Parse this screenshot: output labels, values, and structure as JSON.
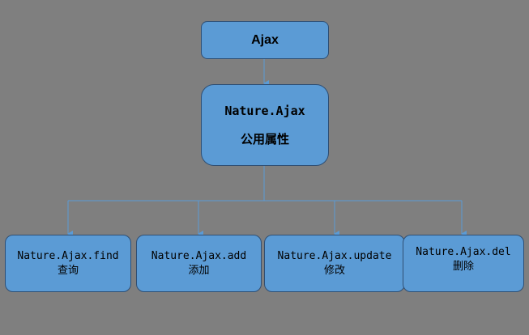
{
  "nodes": {
    "root": {
      "label": "Ajax"
    },
    "core": {
      "line1": "Nature.Ajax",
      "line2": "公用属性"
    },
    "find": {
      "line1": "Nature.Ajax.find",
      "line2": "查询"
    },
    "add": {
      "line1": "Nature.Ajax.add",
      "line2": "添加"
    },
    "update": {
      "line1": "Nature.Ajax.update",
      "line2": "修改"
    },
    "del": {
      "line1": "Nature.Ajax.del",
      "line2": "删除"
    }
  },
  "colors": {
    "background": "#7f7f7f",
    "node_fill": "#5b9bd5",
    "node_border": "#2f4f74",
    "connector": "#5b9bd5"
  }
}
